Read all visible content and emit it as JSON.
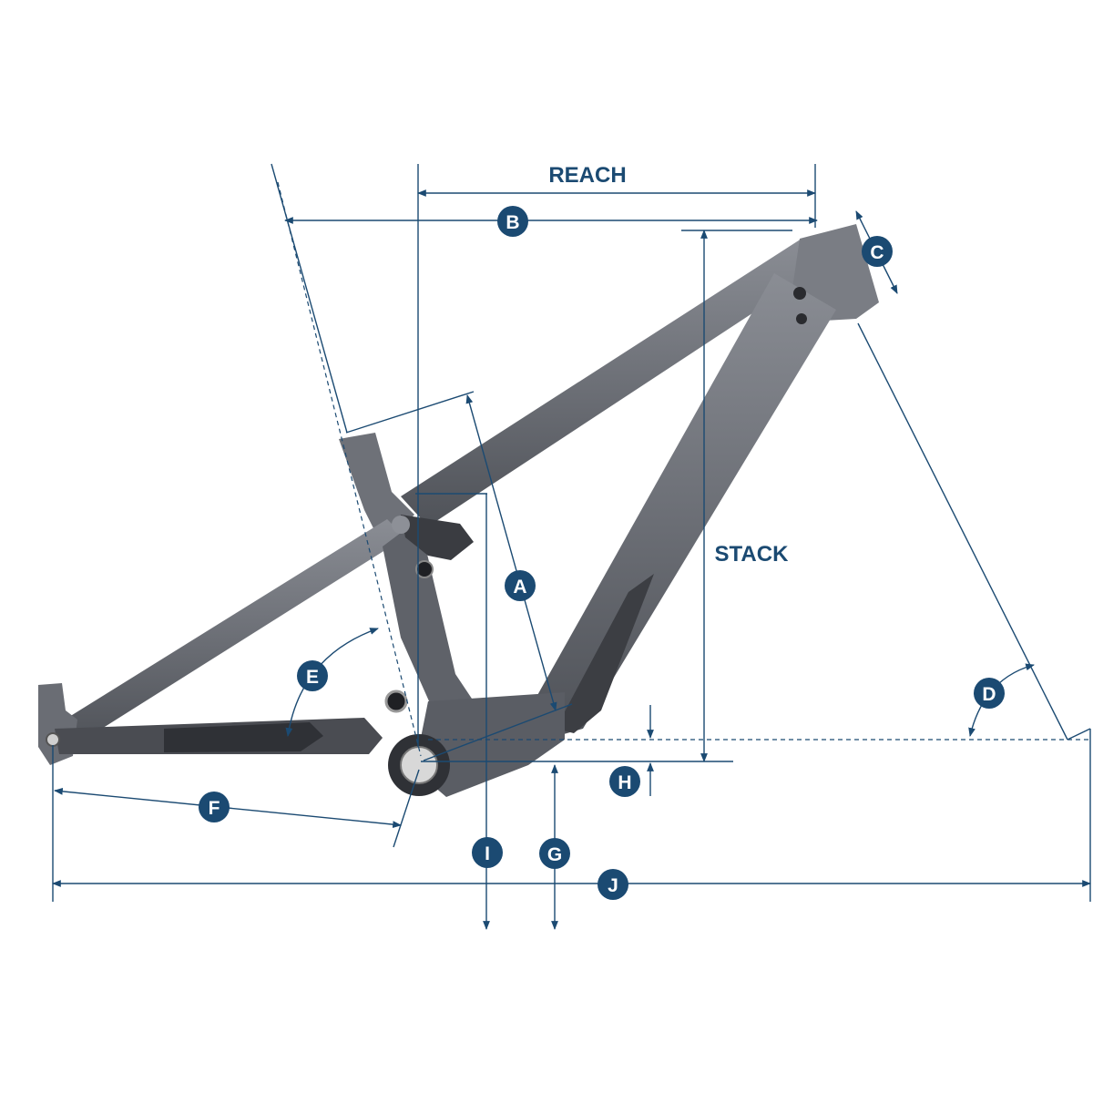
{
  "colors": {
    "accent": "#1b4a72",
    "frame_light": "#7d8087",
    "frame_mid": "#5f6269",
    "frame_dark": "#2f3136"
  },
  "labels": {
    "reach": "REACH",
    "stack": "STACK"
  },
  "badges": [
    {
      "id": "A",
      "letter": "A"
    },
    {
      "id": "B",
      "letter": "B"
    },
    {
      "id": "C",
      "letter": "C"
    },
    {
      "id": "D",
      "letter": "D"
    },
    {
      "id": "E",
      "letter": "E"
    },
    {
      "id": "F",
      "letter": "F"
    },
    {
      "id": "G",
      "letter": "G"
    },
    {
      "id": "H",
      "letter": "H"
    },
    {
      "id": "I",
      "letter": "I"
    },
    {
      "id": "J",
      "letter": "J"
    }
  ]
}
